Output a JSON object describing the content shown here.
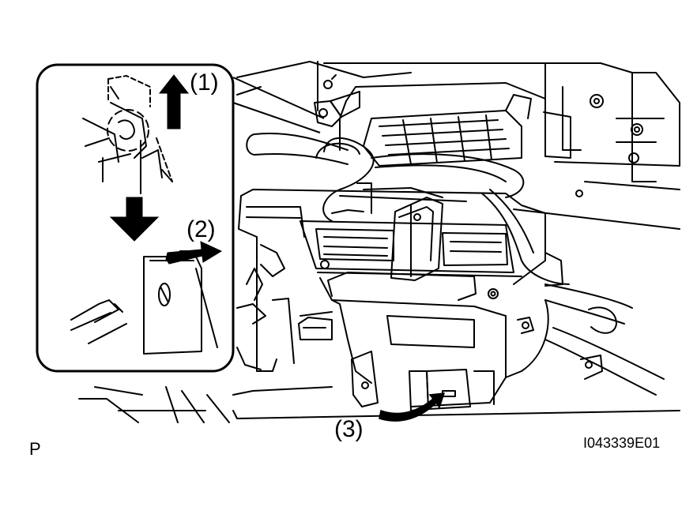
{
  "figure": {
    "step_labels": [
      "(1)",
      "(2)",
      "(3)"
    ],
    "corner_mark": "P",
    "figure_code": "I043339E01"
  },
  "colors": {
    "line": "#000000",
    "background": "#ffffff"
  }
}
